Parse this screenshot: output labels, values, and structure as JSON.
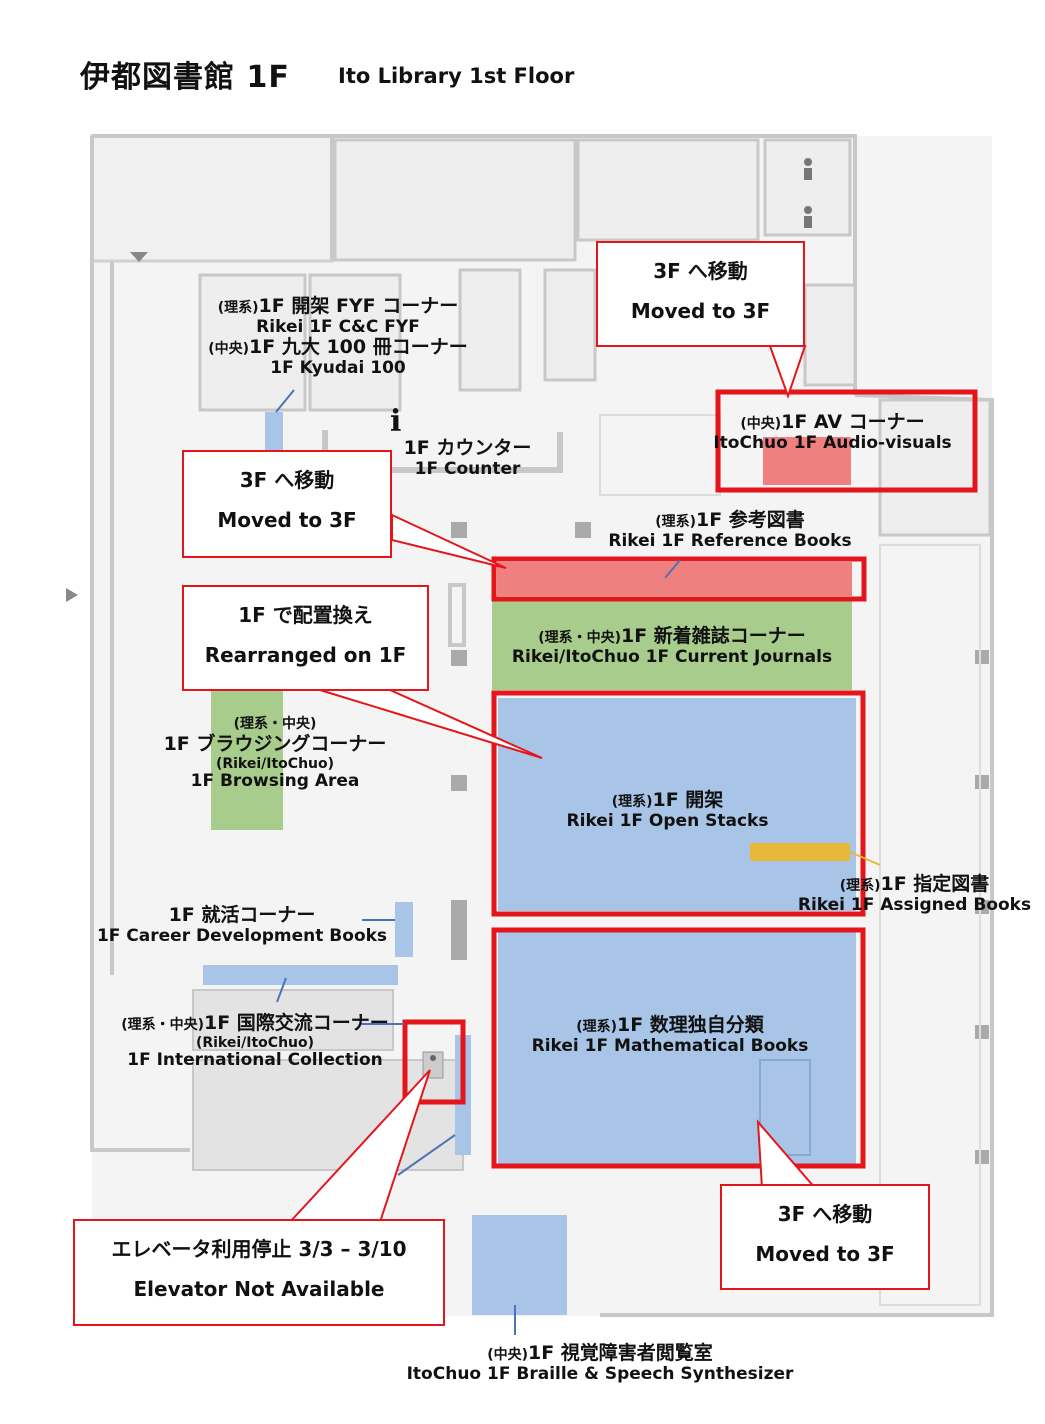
{
  "title": {
    "jp": "伊都図書館 1F",
    "en": "Ito Library 1st Floor"
  },
  "colors": {
    "red_outline": "#e4161b",
    "blue_area": "#a8c4e6",
    "green_area": "#a8cc8c",
    "red_area": "#f08080",
    "yellow_area": "#e7b83a",
    "wall": "#c8c8c8",
    "floor": "#f4f4f4"
  },
  "icons": {
    "info": "info-icon",
    "elevator": "elevator-icon",
    "restroom": "restroom-icon",
    "entrance": "entrance-arrow-icon"
  },
  "areas": {
    "fyf": {
      "jp_prefix": "(理系)",
      "jp": "1F 開架 FYF コーナー",
      "en": "Rikei 1F C&C FYF",
      "jp2_prefix": "(中央)",
      "jp2": "1F 九大 100 冊コーナー",
      "en2": "1F Kyudai 100"
    },
    "counter": {
      "jp": "1F カウンター",
      "en": "1F Counter",
      "info_glyph": "i"
    },
    "av": {
      "jp_prefix": "(中央)",
      "jp": "1F AV コーナー",
      "en": "ItoChuo 1F Audio-visuals"
    },
    "reference": {
      "jp_prefix": "(理系)",
      "jp": "1F 参考図書",
      "en": "Rikei 1F Reference Books"
    },
    "journals": {
      "jp_prefix": "(理系・中央)",
      "jp": "1F 新着雑誌コーナー",
      "en": "Rikei/ItoChuo 1F Current Journals"
    },
    "browsing": {
      "jp_prefix": "(理系・中央)",
      "jp": "1F ブラウジングコーナー",
      "en_prefix": "(Rikei/ItoChuo)",
      "en": "1F Browsing Area"
    },
    "open_stacks": {
      "jp_prefix": "(理系)",
      "jp": "1F 開架",
      "en": "Rikei 1F Open Stacks"
    },
    "assigned": {
      "jp_prefix": "(理系)",
      "jp": "1F 指定図書",
      "en": "Rikei 1F Assigned Books"
    },
    "career": {
      "jp": "1F 就活コーナー",
      "en": "1F Career Development Books"
    },
    "international": {
      "jp_prefix": "(理系・中央)",
      "jp": "1F 国際交流コーナー",
      "en_prefix": "(Rikei/ItoChuo)",
      "en": "1F International Collection"
    },
    "math": {
      "jp_prefix": "(理系)",
      "jp": "1F 数理独自分類",
      "en": "Rikei 1F Mathematical Books"
    },
    "braille": {
      "jp_prefix": "(中央)",
      "jp": "1F 視覚障害者閲覧室",
      "en": "ItoChuo 1F Braille & Speech Synthesizer"
    }
  },
  "callouts": {
    "moved_av": {
      "jp": "3F へ移動",
      "en": "Moved to 3F"
    },
    "moved_ref": {
      "jp": "3F へ移動",
      "en": "Moved to 3F"
    },
    "rearranged": {
      "jp": "1F で配置換え",
      "en": "Rearranged on 1F"
    },
    "elevator": {
      "jp": "エレベータ利用停止 3/3 – 3/10",
      "en": "Elevator Not Available"
    },
    "moved_math": {
      "jp": "3F へ移動",
      "en": "Moved to 3F"
    }
  }
}
